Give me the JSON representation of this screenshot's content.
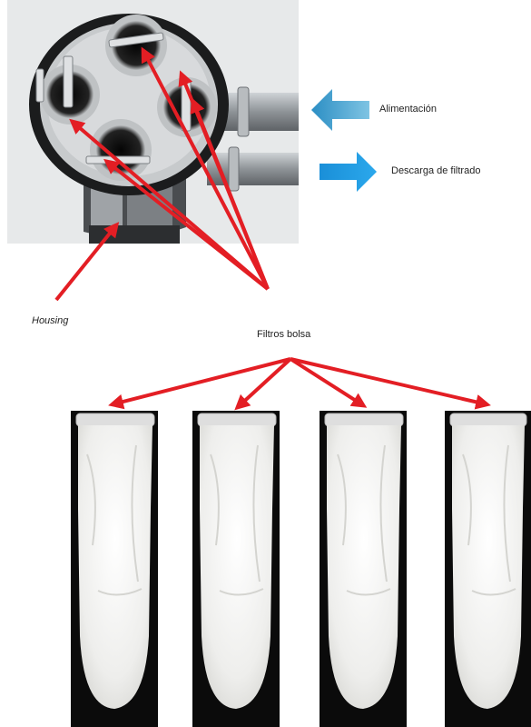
{
  "labels": {
    "alimentacion": "Alimentación",
    "descarga": "Descarga de filtrado",
    "housing": "Housing",
    "filtros_bolsa": "Filtros bolsa"
  },
  "colors": {
    "annotation_arrow": "#e31e24",
    "flow_arrow_in": "#2b8ec4",
    "flow_arrow_out": "#1c9be0",
    "housing_metal": "#9aa0a6",
    "photo_background": "#eceeef",
    "filter_bag": "#f3f3f1"
  },
  "icons": {
    "inlet_arrow": "arrow-left-icon",
    "outlet_arrow": "arrow-right-icon"
  }
}
